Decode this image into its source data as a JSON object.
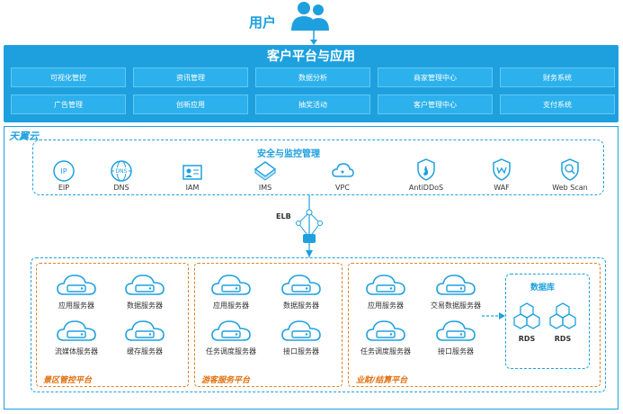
{
  "user": {
    "label": "用户"
  },
  "platform": {
    "title": "客户平台与应用",
    "row1": [
      "可视化管控",
      "资讯管理",
      "数据分析",
      "商家管理中心",
      "财务系统"
    ],
    "row2": [
      "广告管理",
      "创新应用",
      "抽奖活动",
      "客户管理中心",
      "支付系统"
    ]
  },
  "cloud": {
    "label": "天翼云"
  },
  "security": {
    "title": "安全与监控管理",
    "items": [
      {
        "label": "EIP",
        "icon": "eip-icon"
      },
      {
        "label": "DNS",
        "icon": "dns-icon"
      },
      {
        "label": "IAM",
        "icon": "iam-icon"
      },
      {
        "label": "IMS",
        "icon": "ims-icon"
      },
      {
        "label": "VPC",
        "icon": "vpc-icon"
      },
      {
        "label": "AntiDDoS",
        "icon": "antiddos-icon"
      },
      {
        "label": "WAF",
        "icon": "waf-icon"
      },
      {
        "label": "Web Scan",
        "icon": "web-scan-icon"
      }
    ]
  },
  "elb": {
    "label": "ELB"
  },
  "groups": [
    {
      "label": "景区管控平台",
      "servers": [
        "应用服务器",
        "数据服务器",
        "流媒体服务器",
        "缓存服务器"
      ]
    },
    {
      "label": "游客服务平台",
      "servers": [
        "应用服务器",
        "数据服务器",
        "任务调度服务器",
        "接口服务器"
      ]
    },
    {
      "label": "业财/结算平台",
      "servers": [
        "应用服务器",
        "交易数据服务器",
        "任务调度服务器",
        "接口服务器"
      ]
    }
  ],
  "database": {
    "title": "数据库",
    "items": [
      "RDS",
      "RDS"
    ]
  },
  "colors": {
    "primary": "#1ea0df",
    "orange": "#e08020"
  }
}
